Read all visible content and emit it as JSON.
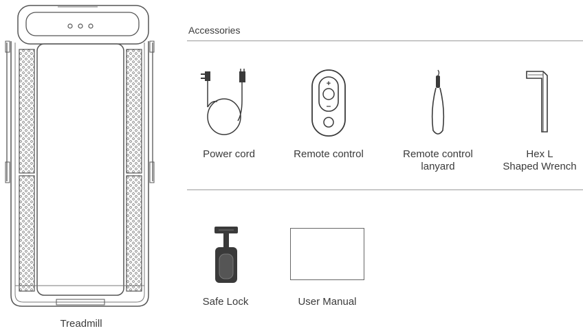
{
  "treadmill": {
    "label": "Treadmill"
  },
  "accessories": {
    "heading": "Accessories",
    "items": [
      {
        "label": "Power cord",
        "icon": "power-cord-icon"
      },
      {
        "label": "Remote control",
        "icon": "remote-control-icon"
      },
      {
        "label_line1": "Remote control",
        "label_line2": "lanyard",
        "icon": "lanyard-icon"
      },
      {
        "label_line1": "Hex L",
        "label_line2": "Shaped Wrench",
        "icon": "hex-wrench-icon"
      },
      {
        "label": "Safe Lock",
        "icon": "safe-lock-icon"
      },
      {
        "label": "User Manual",
        "icon": "user-manual-icon"
      }
    ]
  },
  "colors": {
    "line": "#555555",
    "dark": "#3a3a3a",
    "divider": "#9a9a9a"
  }
}
